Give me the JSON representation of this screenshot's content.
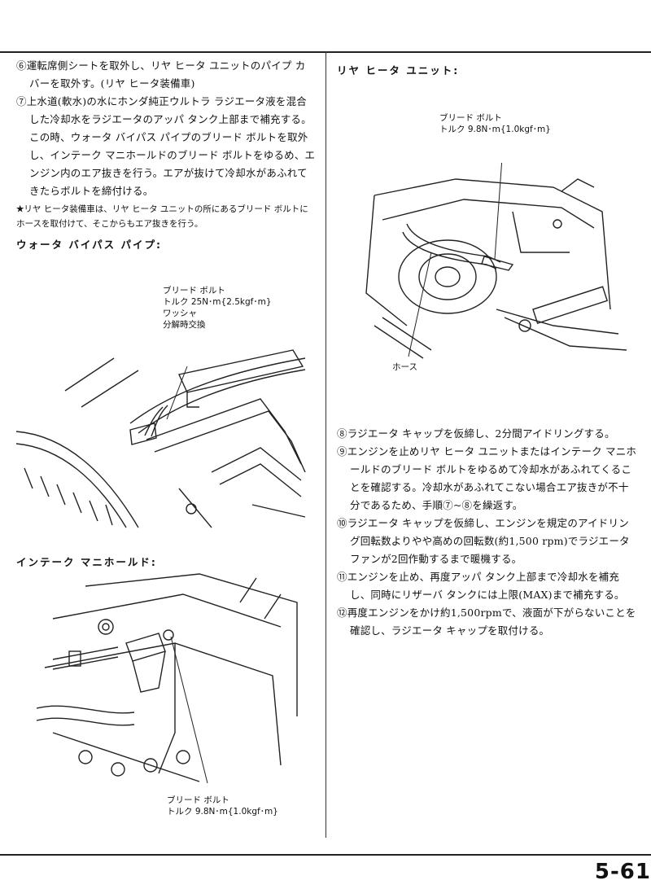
{
  "left": {
    "steps": [
      "⑥運転席側シートを取外し、リヤ ヒータ ユニットのパイプ カバーを取外す。(リヤ ヒータ装備車)",
      "⑦上水道(軟水)の水にホンダ純正ウルトラ ラジエータ液を混合した冷却水をラジエータのアッパ タンク上部まで補充する。この時、ウォータ バイパス パイプのブリード ボルトを取外し、インテーク マニホールドのブリード ボルトをゆるめ、エンジン内のエア抜きを行う。エアが抜けて冷却水があふれてきたらボルトを締付ける。"
    ],
    "note_mark": "★",
    "note": "リヤ ヒータ装備車は、リヤ ヒータ ユニットの所にあるブリード ボルトにホースを取付けて、そこからもエア抜きを行う。",
    "bypass": {
      "heading": "ウォータ バイパス パイプ:",
      "callout": [
        "ブリード ボルト",
        "トルク 25N･m{2.5kgf･m}",
        "ワッシャ",
        "分解時交換"
      ]
    },
    "intake": {
      "heading": "インテーク マニホールド:",
      "callout": [
        "ブリード ボルト",
        "トルク 9.8N･m{1.0kgf･m}"
      ]
    }
  },
  "right": {
    "heater": {
      "heading": "リヤ ヒータ ユニット:",
      "callout": [
        "ブリード ボルト",
        "トルク 9.8N･m{1.0kgf･m}"
      ],
      "hose_label": "ホース"
    },
    "steps": [
      "⑧ラジエータ キャップを仮締し、2分間アイドリングする。",
      "⑨エンジンを止めリヤ ヒータ ユニットまたはインテーク マニホールドのブリード ボルトをゆるめて冷却水があふれてくることを確認する。冷却水があふれてこない場合エア抜きが不十分であるため、手順⑦~⑧を繰返す。",
      "⑩ラジエータ キャップを仮締し、エンジンを規定のアイドリング回転数よりやや高めの回転数(約1,500 rpm)でラジエータ ファンが2回作動するまで暖機する。",
      "⑪エンジンを止め、再度アッパ タンク上部まで冷却水を補充し、同時にリザーバ タンクには上限(MAX)まで補充する。",
      "⑫再度エンジンをかけ約1,500rpmで、液面が下がらないことを確認し、ラジエータ キャップを取付ける。"
    ]
  },
  "page_number": "5-61"
}
